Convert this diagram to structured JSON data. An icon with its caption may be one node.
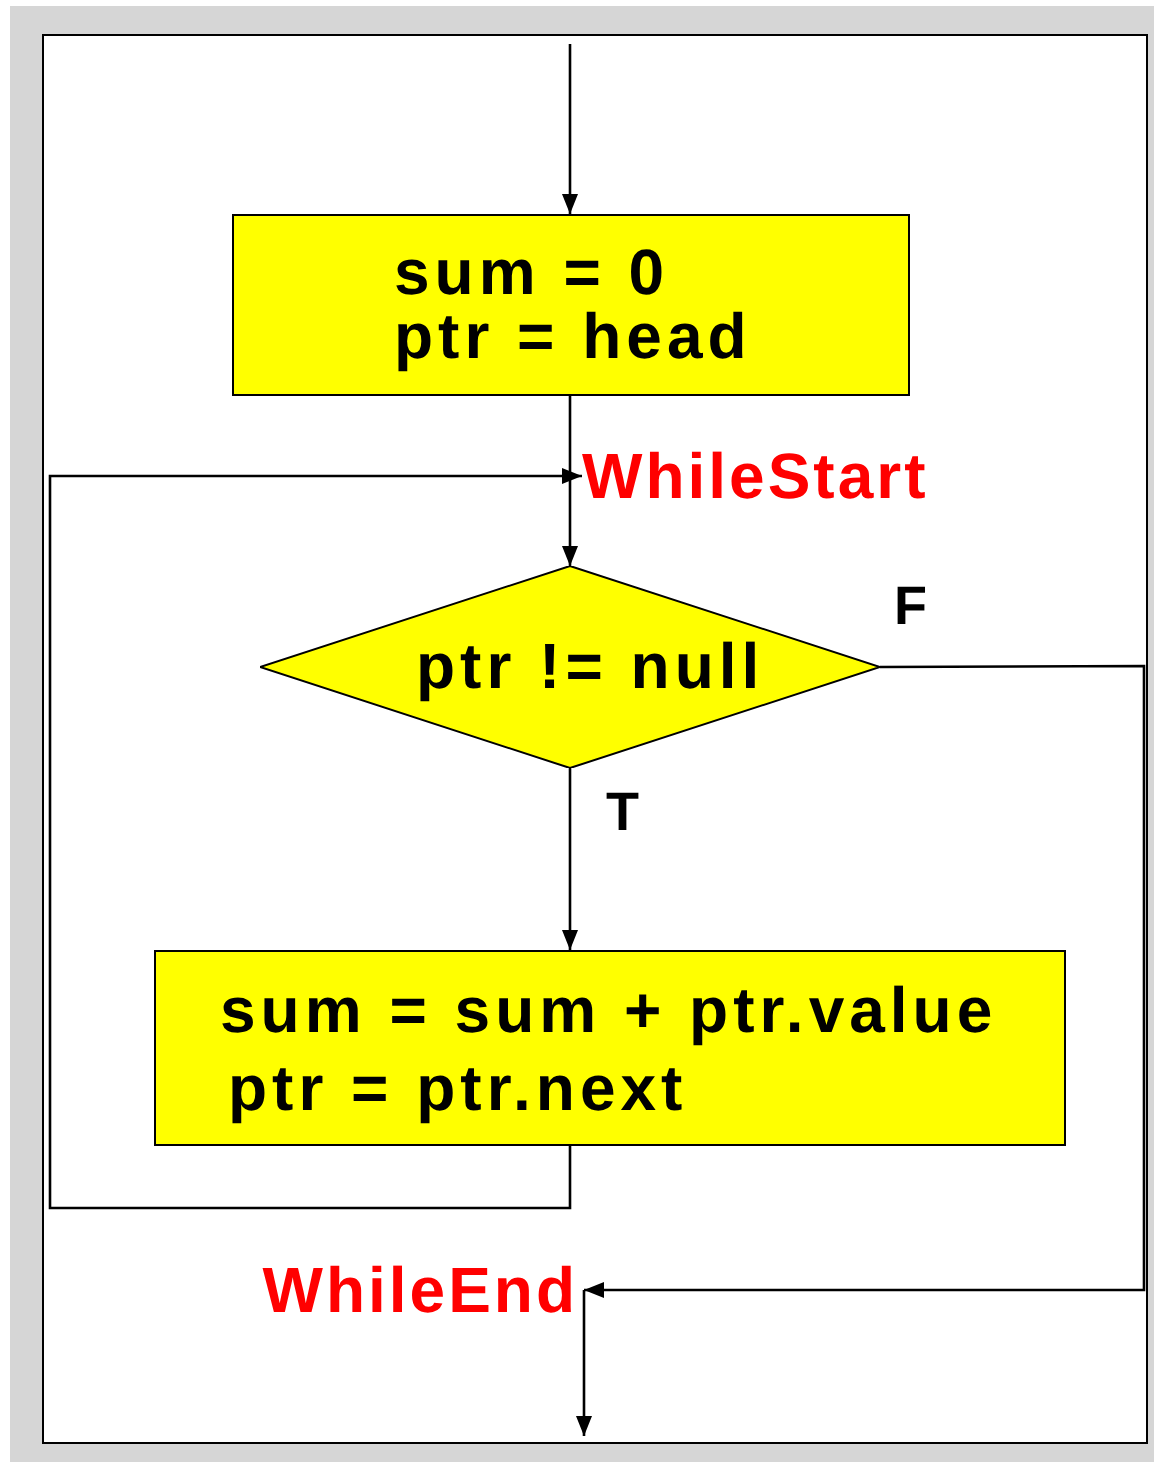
{
  "diagram": {
    "nodes": [
      {
        "text": [
          "sum = 0",
          "ptr = head"
        ]
      },
      {
        "text": [
          "WhileStart"
        ]
      },
      {
        "text": [
          "ptr != null"
        ]
      },
      {
        "text": [
          "sum = sum + ptr.value",
          "ptr = ptr.next"
        ]
      },
      {
        "text": [
          "WhileEnd"
        ]
      }
    ],
    "edges": [
      {
        "from": null,
        "to": 0,
        "arrow": "to"
      },
      {
        "from": 0,
        "to": 2,
        "arrow": "to"
      },
      {
        "from": 3,
        "to": 1,
        "arrow": "to"
      },
      {
        "from": 2,
        "to": 3,
        "arrow": "to",
        "label": "T"
      },
      {
        "from": 2,
        "to": 4,
        "arrow": "to",
        "label": "F"
      },
      {
        "from": 4,
        "to": null,
        "arrow": "to"
      }
    ]
  }
}
